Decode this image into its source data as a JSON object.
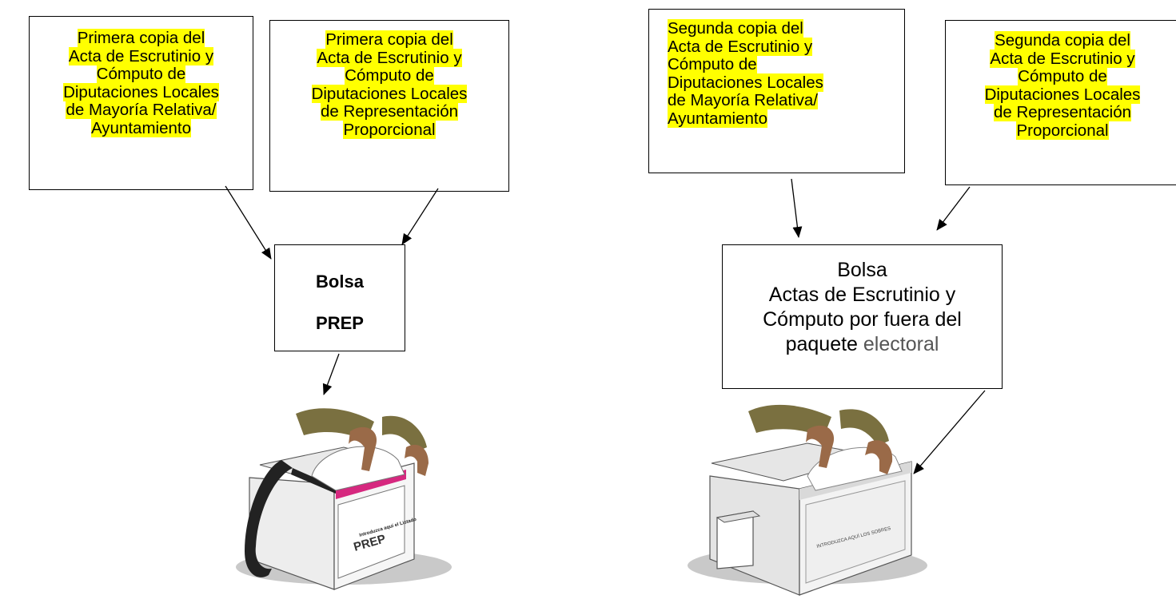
{
  "left": {
    "card1": [
      "Primera copia del",
      "Acta de Escrutinio y",
      "Cómputo de",
      "Diputaciones Locales",
      "de Mayoría Relativa/",
      "Ayuntamiento"
    ],
    "card2": [
      "Primera copia del",
      "Acta de Escrutinio y",
      "Cómputo de",
      "Diputaciones Locales",
      "de Representación",
      "Proporcional"
    ],
    "bag_title": "Bolsa",
    "bag_sub": "PREP",
    "box_label_small": "Introduzca aquí el Listado",
    "box_label": "PREP"
  },
  "right": {
    "card1": [
      "Segunda copia del",
      "Acta de Escrutinio y",
      "Cómputo de",
      "Diputaciones Locales",
      "de Mayoría Relativa/",
      "Ayuntamiento"
    ],
    "card2": [
      "Segunda copia del",
      "Acta de Escrutinio y",
      "Cómputo de",
      "Diputaciones Locales",
      "de Representación",
      "Proporcional"
    ],
    "bag_lines": [
      "Bolsa",
      "Actas de Escrutinio y",
      "Cómputo por fuera del"
    ],
    "bag_last_a": "paquete ",
    "bag_last_b": "electoral",
    "box_label": "INTRODUZCA AQUÍ LOS SOBRES"
  },
  "colors": {
    "highlight": "#ffff00",
    "prep_band": "#d6287f",
    "sleeve": "#7a7040",
    "hand": "#9a6a48"
  }
}
